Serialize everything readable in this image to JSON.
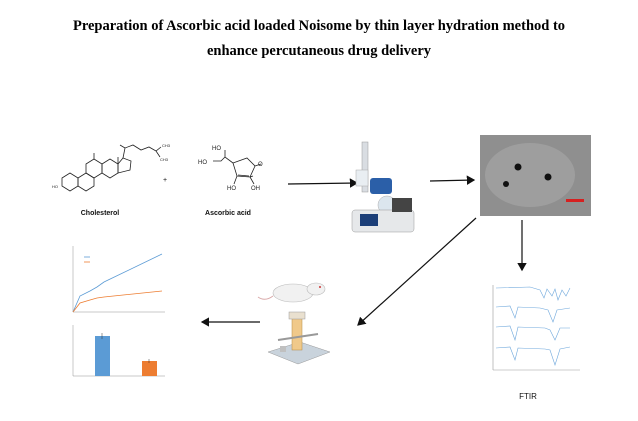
{
  "title": {
    "line1": "Preparation of Ascorbic acid loaded Noisome by thin layer hydration method to",
    "line2": "enhance percutaneous drug delivery"
  },
  "labels": {
    "cholesterol": "Cholesterol",
    "ascorbic_acid": "Ascorbic acid",
    "plus": "+",
    "ftir": "FTIR"
  },
  "colors": {
    "blue_series": "#5b9bd5",
    "orange_series": "#ed7d31",
    "micrograph_bg": "#8a8a8a",
    "scale_bar": "#d62020"
  }
}
